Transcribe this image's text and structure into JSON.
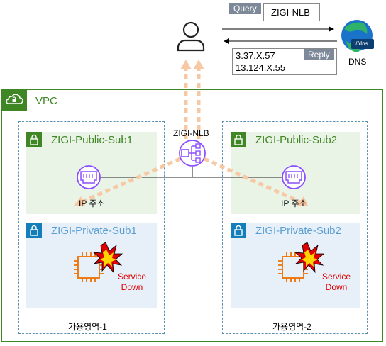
{
  "query": {
    "tag": "Query",
    "name": "ZIGI-NLB"
  },
  "reply": {
    "tag": "Reply",
    "ip1": "3.37.X.57",
    "ip2": "13.124.X.55"
  },
  "dns": {
    "label": "DNS",
    "icon_text": "://dns"
  },
  "vpc": {
    "label": "VPC"
  },
  "nlb": {
    "label": "ZIGI-NLB"
  },
  "az1": {
    "public_subnet": "ZIGI-Public-Sub1",
    "eni_label": "IP 주소",
    "private_subnet": "ZIGI-Private-Sub1",
    "status": [
      "Service",
      "Down"
    ],
    "zone": "가용영역-1"
  },
  "az2": {
    "public_subnet": "ZIGI-Public-Sub2",
    "eni_label": "IP 주소",
    "private_subnet": "ZIGI-Private-Sub2",
    "status": [
      "Service",
      "Down"
    ],
    "zone": "가용영역-2"
  },
  "colors": {
    "vpc_green": "#3f8624",
    "subnet_blue": "#147eba",
    "nlb_purple": "#8c4fff",
    "ec2_orange": "#ed7100",
    "flow_arrow": "#f7c8a4",
    "alert_red": "#e00000"
  }
}
